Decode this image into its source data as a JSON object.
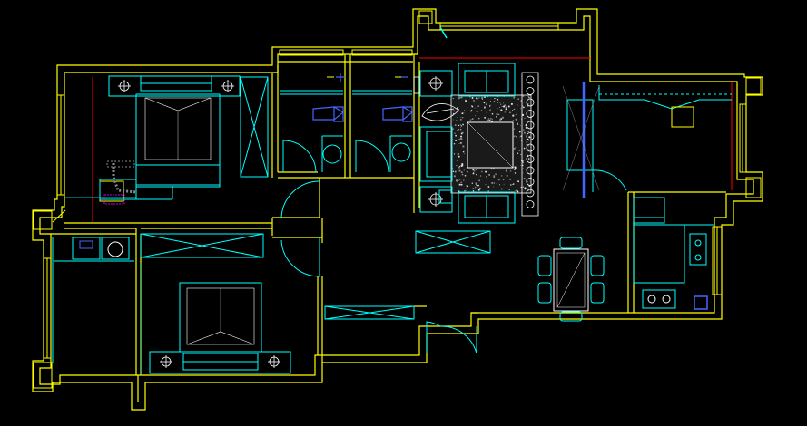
{
  "drawing": {
    "background": "#000000",
    "colors": {
      "wall": "#ffff00",
      "furniture": "#00ffff",
      "fixture": "#4466ff",
      "accent": "#ff0000",
      "white": "#ffffff",
      "gray": "#888888"
    },
    "rooms": [
      {
        "id": "master-bedroom"
      },
      {
        "id": "second-bedroom"
      },
      {
        "id": "bathroom-1"
      },
      {
        "id": "bathroom-2"
      },
      {
        "id": "living-room"
      },
      {
        "id": "dining-area"
      },
      {
        "id": "kitchen"
      },
      {
        "id": "balcony"
      },
      {
        "id": "laundry"
      }
    ]
  }
}
